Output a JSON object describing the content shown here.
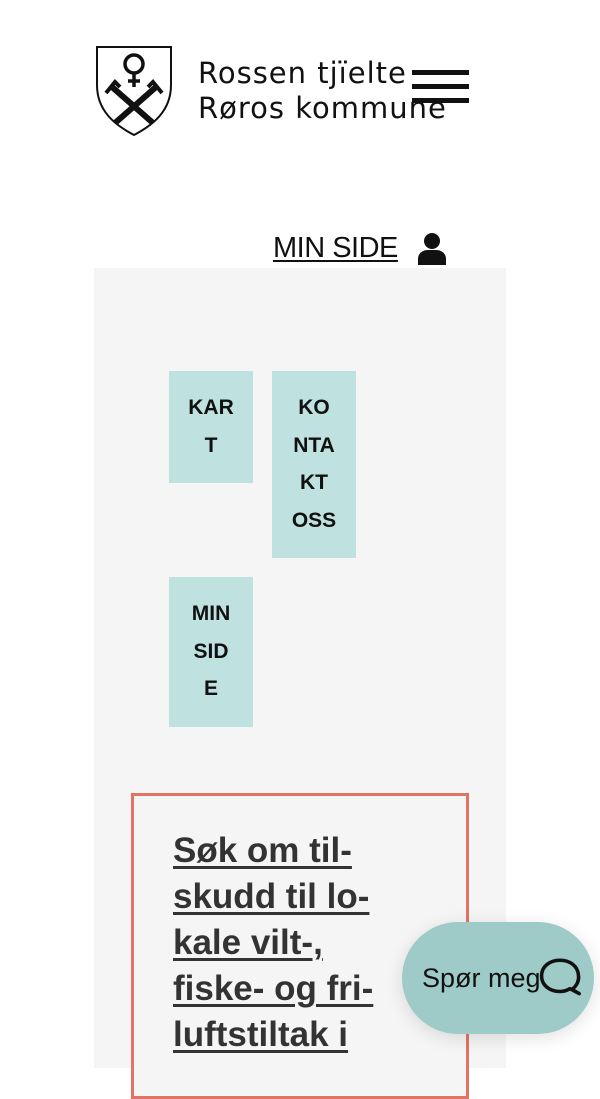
{
  "header": {
    "brand_line1": "Rossen tjïelte",
    "brand_line2": "Røros kommune",
    "menu_icon": "hamburger-icon",
    "min_side_link": "MIN SIDE",
    "user_icon": "user-icon"
  },
  "tiles": [
    {
      "label": "KART"
    },
    {
      "label": "KONTAKT OSS"
    },
    {
      "label": "MIN SIDE"
    }
  ],
  "card": {
    "title_lines": [
      "Søk om til-",
      "skudd til lo-",
      "kale vilt-,",
      "fiske- og fri-",
      "luftstiltak i"
    ]
  },
  "chat": {
    "label": "Spør meg",
    "icon": "speech-bubble-icon",
    "color": "#9ecbc8"
  },
  "colors": {
    "tile": "#bfe2e1",
    "card_border": "#e07565",
    "panel": "#f5f5f5"
  }
}
